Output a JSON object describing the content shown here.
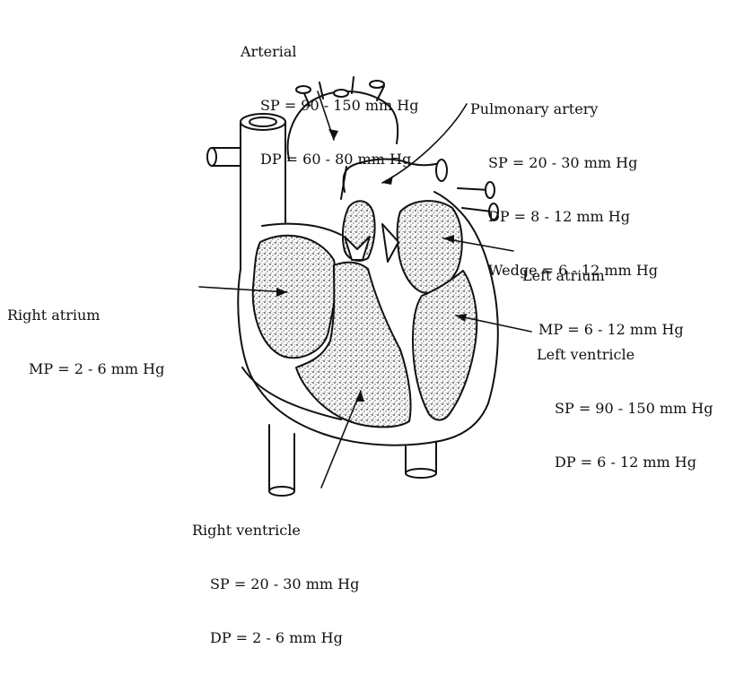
{
  "labels": {
    "arterial": {
      "name": "Arterial",
      "sp": "SP = 90 - 150 mm Hg",
      "dp": "DP = 60 - 80 mm Hg"
    },
    "pulmonary_artery": {
      "name": "Pulmonary artery",
      "sp": "SP = 20 - 30 mm Hg",
      "dp": "DP = 8 - 12 mm Hg",
      "wedge": "Wedge = 6 - 12 mm Hg"
    },
    "left_atrium": {
      "name": "Left atrium",
      "mp": "MP = 6 - 12 mm Hg"
    },
    "right_atrium": {
      "name": "Right atrium",
      "mp": "MP = 2 - 6 mm Hg"
    },
    "left_ventricle": {
      "name": "Left ventricle",
      "sp": "SP = 90 - 150 mm Hg",
      "dp": "DP = 6 - 12 mm Hg"
    },
    "right_ventricle": {
      "name": "Right ventricle",
      "sp": "SP = 20 - 30 mm Hg",
      "dp": "DP = 2 - 6 mm Hg"
    }
  },
  "colors": {
    "line": "#111111",
    "chamber_fill": "#d8d8d8"
  }
}
